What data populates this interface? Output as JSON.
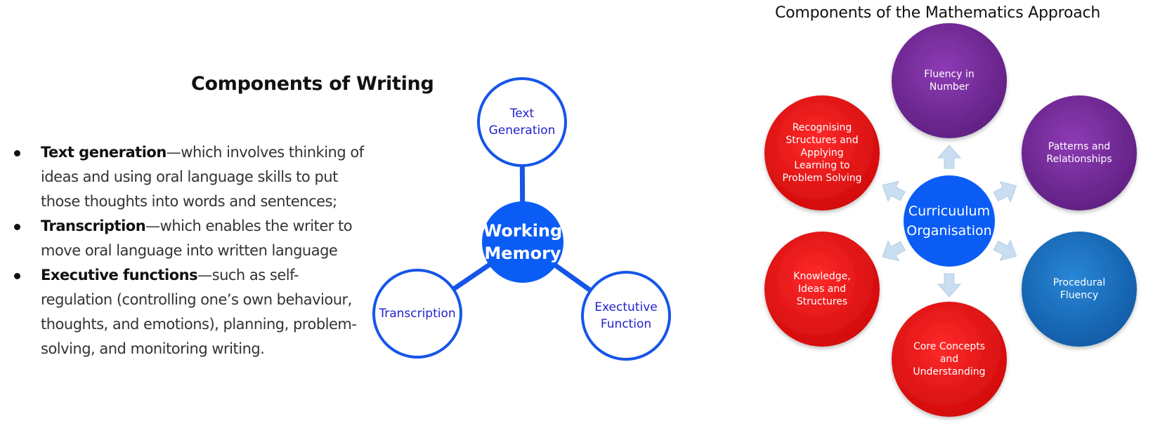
{
  "writing": {
    "title": "Components of Writing",
    "bullets": [
      {
        "term": "Text generation",
        "text": "—which involves thinking of ideas and using oral language skills to put those thoughts into words and sentences;"
      },
      {
        "term": "Transcription",
        "text": "—which enables the writer to move oral language into written language"
      },
      {
        "term": "Executive functions",
        "text": "—such as self-regulation (controlling one’s own behaviour, thoughts, and emotions), planning, problem-solving, and monitoring writing."
      }
    ],
    "diagram": {
      "center": [
        "Working",
        "Memory"
      ],
      "nodes": [
        [
          "Text",
          "Generation"
        ],
        [
          "Transcription"
        ],
        [
          "Exectutive",
          "Function"
        ]
      ],
      "colors": {
        "center_fill": "#0a5cf5",
        "ring": "#1655e8",
        "node_text": "#2222cc",
        "center_text": "#ffffff"
      }
    }
  },
  "math": {
    "title": "Components of the Mathematics Approach",
    "center": [
      "Curricuulum",
      "Organisation"
    ],
    "nodes": [
      {
        "lines": [
          "Fluency in",
          "Number"
        ],
        "color": "purple"
      },
      {
        "lines": [
          "Patterns and",
          "Relationships"
        ],
        "color": "purple"
      },
      {
        "lines": [
          "Procedural",
          "Fluency"
        ],
        "color": "blue"
      },
      {
        "lines": [
          "Core Concepts",
          "and",
          "Understanding"
        ],
        "color": "red"
      },
      {
        "lines": [
          "Knowledge,",
          "Ideas and",
          "Structures"
        ],
        "color": "red"
      },
      {
        "lines": [
          "Recognising",
          "Structures and",
          "Applying",
          "Learning to",
          "Problem Solving"
        ],
        "color": "red"
      }
    ],
    "colors": {
      "purple": "#7a2a9e",
      "blue": "#1a73c4",
      "red": "#f01010",
      "center": "#0a5cf5",
      "arrow": "#c9def0"
    }
  }
}
